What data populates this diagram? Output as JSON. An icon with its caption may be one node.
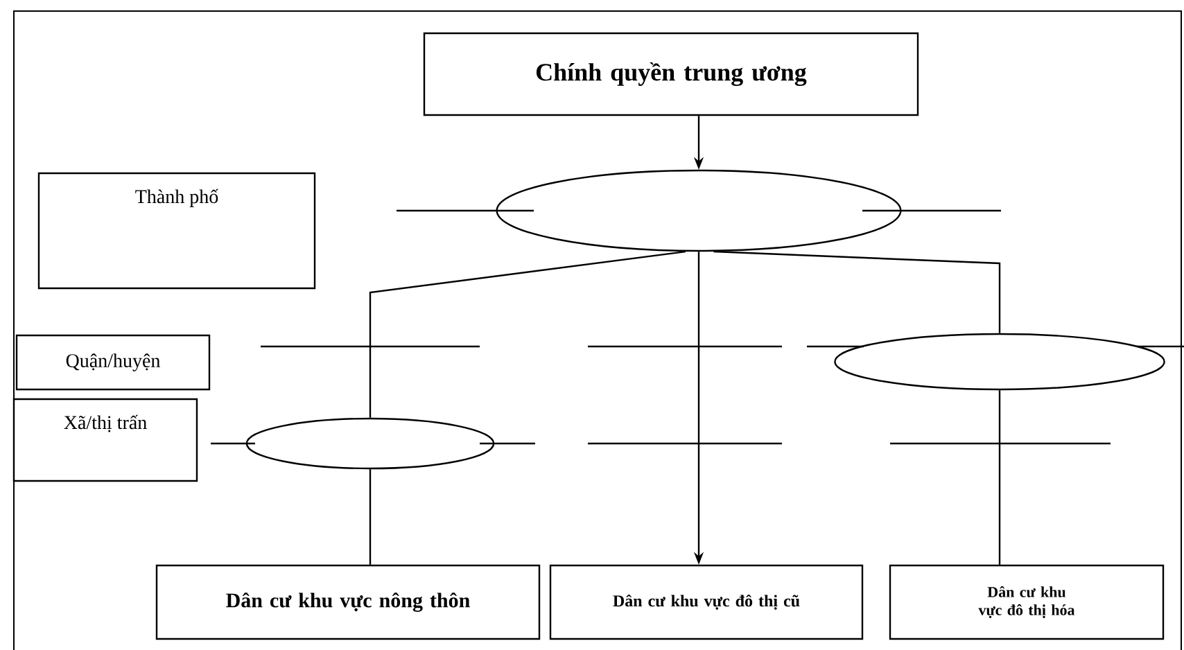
{
  "diagram": {
    "nodes": [
      {
        "text": [
          "Chính quyền trung ương"
        ]
      },
      {
        "text": [
          "Thành phố"
        ]
      },
      {
        "text": [
          "Quận/huyện"
        ]
      },
      {
        "text": [
          "Xã/thị trấn"
        ]
      },
      {
        "text": [],
        "shape": "ellipse"
      },
      {
        "text": [],
        "shape": "ellipse"
      },
      {
        "text": [],
        "shape": "ellipse"
      },
      {
        "text": [
          "Dân cư khu vực nông thôn"
        ]
      },
      {
        "text": [
          "Dân cư khu vực đô thị cũ"
        ]
      },
      {
        "text": [
          "Dân cư khu vực đô thị hóa"
        ]
      }
    ],
    "edges": [
      {
        "from": 0,
        "to": 4,
        "arrow": "to"
      },
      {
        "from": 4,
        "to": 6,
        "arrow": "none"
      },
      {
        "from": 6,
        "to": 7,
        "arrow": "none"
      },
      {
        "from": 4,
        "to": 8,
        "arrow": "to"
      },
      {
        "from": 4,
        "to": 5,
        "arrow": "none"
      },
      {
        "from": 5,
        "to": 9,
        "arrow": "none"
      }
    ]
  }
}
